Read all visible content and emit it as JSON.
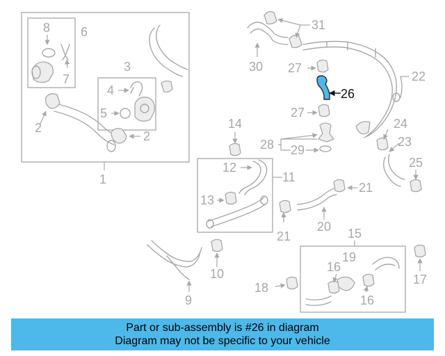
{
  "diagram": {
    "highlight_color": "#4db8ea",
    "callouts": {
      "c1": "1",
      "c2a": "2",
      "c2b": "2",
      "c3": "3",
      "c4": "4",
      "c5": "5",
      "c6": "6",
      "c7": "7",
      "c8": "8",
      "c9": "9",
      "c10": "10",
      "c11": "11",
      "c12": "12",
      "c13": "13",
      "c14": "14",
      "c15": "15",
      "c16a": "16",
      "c16b": "16",
      "c17": "17",
      "c18": "18",
      "c19": "19",
      "c20": "20",
      "c21a": "21",
      "c21b": "21",
      "c22": "22",
      "c23": "23",
      "c24": "24",
      "c25": "25",
      "c26": "26",
      "c27a": "27",
      "c27b": "27",
      "c28": "28",
      "c29": "29",
      "c30": "30",
      "c31": "31"
    }
  },
  "banner": {
    "line1": "Part or sub-assembly is #26 in diagram",
    "line2": "Diagram may not be specific to your vehicle",
    "color": "#4db8ea"
  }
}
